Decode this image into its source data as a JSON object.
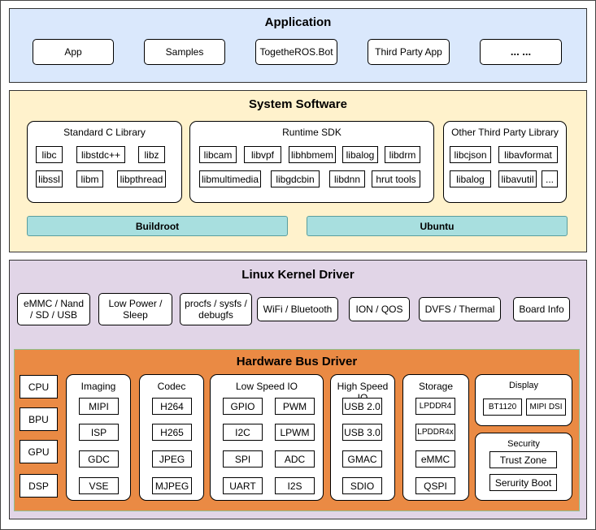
{
  "application": {
    "title": "Application",
    "items": [
      "App",
      "Samples",
      "TogetheROS.Bot",
      "Third Party App",
      "... ..."
    ]
  },
  "system_software": {
    "title": "System Software",
    "std_c": {
      "title": "Standard C Library",
      "items": [
        "libc",
        "libstdc++",
        "libz",
        "libssl",
        "libm",
        "libpthread"
      ]
    },
    "runtime_sdk": {
      "title": "Runtime SDK",
      "items": [
        "libcam",
        "libvpf",
        "libhbmem",
        "libalog",
        "libdrm",
        "libmultimedia",
        "libgdcbin",
        "libdnn",
        "hrut tools"
      ]
    },
    "other": {
      "title": "Other Third Party Library",
      "items": [
        "libcjson",
        "libavformat",
        "libalog",
        "libavutil",
        "..."
      ]
    },
    "buildroot": "Buildroot",
    "ubuntu": "Ubuntu"
  },
  "kernel": {
    "title": "Linux Kernel Driver",
    "items": [
      "eMMC / Nand / SD / USB",
      "Low Power / Sleep",
      "procfs / sysfs / debugfs",
      "WiFi / Bluetooth",
      "ION / QOS",
      "DVFS / Thermal",
      "Board Info"
    ]
  },
  "hardware_bus": {
    "title": "Hardware Bus Driver",
    "cores": [
      "CPU",
      "BPU",
      "GPU",
      "DSP"
    ],
    "imaging": {
      "title": "Imaging",
      "items": [
        "MIPI",
        "ISP",
        "GDC",
        "VSE"
      ]
    },
    "codec": {
      "title": "Codec",
      "items": [
        "H264",
        "H265",
        "JPEG",
        "MJPEG"
      ]
    },
    "low_speed_io": {
      "title": "Low Speed IO",
      "items": [
        "GPIO",
        "PWM",
        "I2C",
        "LPWM",
        "SPI",
        "ADC",
        "UART",
        "I2S"
      ]
    },
    "high_speed_io": {
      "title": "High Speed IO",
      "items": [
        "USB 2.0",
        "USB 3.0",
        "GMAC",
        "SDIO"
      ]
    },
    "storage": {
      "title": "Storage",
      "items": [
        "LPDDR4",
        "LPDDR4x",
        "eMMC",
        "QSPI"
      ]
    },
    "display": {
      "title": "Display",
      "items": [
        "BT1120",
        "MIPI DSI"
      ]
    },
    "security": {
      "title": "Security",
      "items": [
        "Trust Zone",
        "Serurity Boot"
      ]
    }
  },
  "colors": {
    "application_bg": "#dae8fc",
    "system_bg": "#fff2cc",
    "kernel_bg": "#e1d5e7",
    "hardware_bg": "#ea8a44",
    "teal": "#a8dfdf"
  }
}
